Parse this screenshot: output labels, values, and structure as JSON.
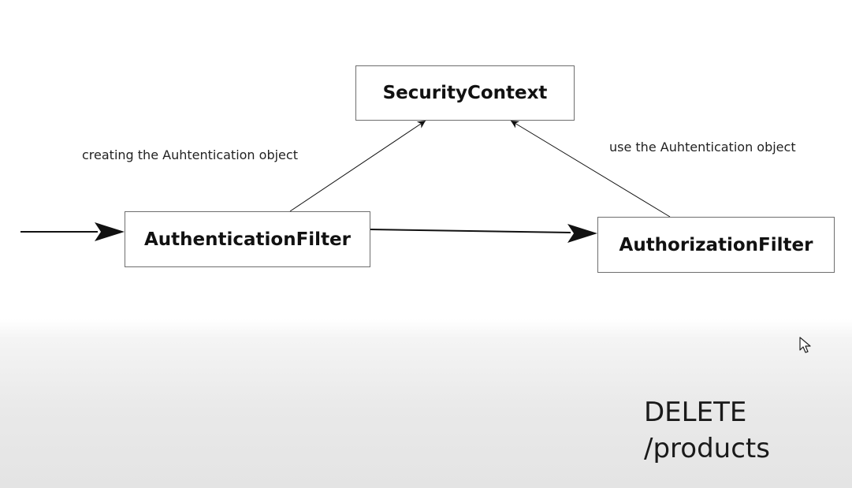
{
  "diagram": {
    "nodes": {
      "security_context": "SecurityContext",
      "authentication_filter": "AuthenticationFilter",
      "authorization_filter": "AuthorizationFilter"
    },
    "edge_labels": {
      "creating": "creating the Auhtentication object",
      "using": "use the Auhtentication object"
    }
  },
  "caption": {
    "method": "DELETE",
    "path": "/products"
  },
  "colors": {
    "line": "#111111",
    "box_border": "#6e6e6e",
    "text": "#111111"
  }
}
